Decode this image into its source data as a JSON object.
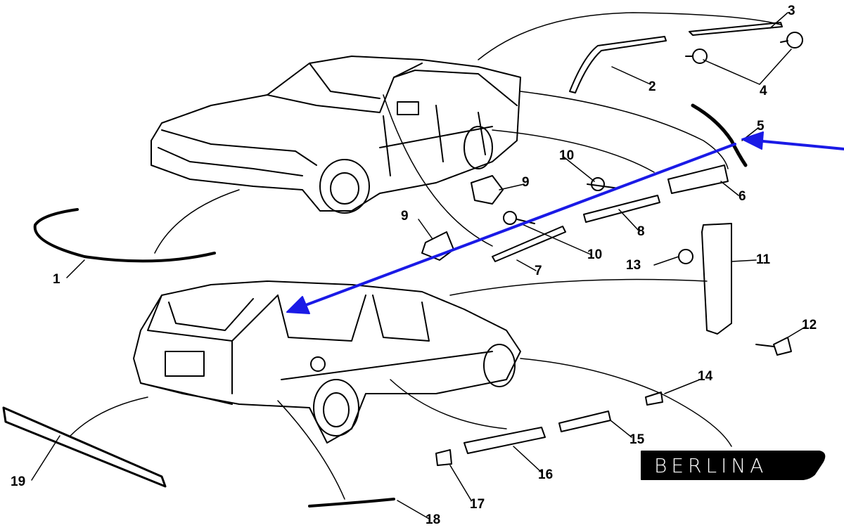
{
  "callouts": [
    "1",
    "2",
    "3",
    "4",
    "5",
    "6",
    "7",
    "8",
    "9",
    "9",
    "10",
    "10",
    "11",
    "12",
    "13",
    "14",
    "15",
    "16",
    "17",
    "18",
    "19"
  ],
  "badge": {
    "text": "BERLINA"
  },
  "colors": {
    "arrow": "#1a1ae6",
    "ink": "#000000",
    "background": "#ffffff"
  }
}
